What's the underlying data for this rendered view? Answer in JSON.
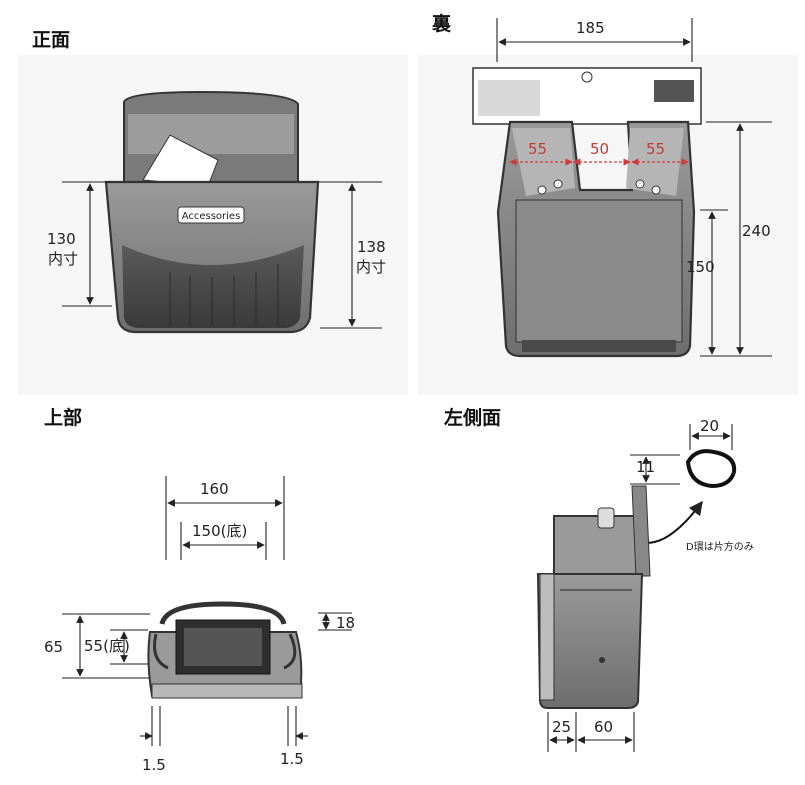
{
  "panels": {
    "front": {
      "title": "正面",
      "height_outer": "130",
      "height_outer_note": "内寸",
      "height_inner": "138",
      "height_inner_note": "内寸",
      "label_text": "Accessories"
    },
    "back": {
      "title": "裏",
      "width": "185",
      "height_total": "240",
      "height_body": "150",
      "seg_left": "55",
      "seg_mid": "50",
      "seg_right": "55"
    },
    "top": {
      "title": "上部",
      "width_outer": "160",
      "width_bottom": "150(底)",
      "depth_outer": "65",
      "depth_bottom": "55(底)",
      "rim": "18",
      "edge_left": "1.5",
      "edge_right": "1.5"
    },
    "left_side": {
      "title": "左側面",
      "ring_width": "20",
      "ring_height": "11",
      "ring_note": "D環は片方のみ",
      "depth_small": "25",
      "depth_large": "60"
    }
  },
  "colors": {
    "ink": "#222222",
    "red_dim": "#d23a3a",
    "bag_dark": "#4a4a4a",
    "bag_mid": "#8a8a8a",
    "bag_light": "#c9c9c9"
  },
  "icons": [
    "d-ring-icon",
    "arrow-icon"
  ]
}
